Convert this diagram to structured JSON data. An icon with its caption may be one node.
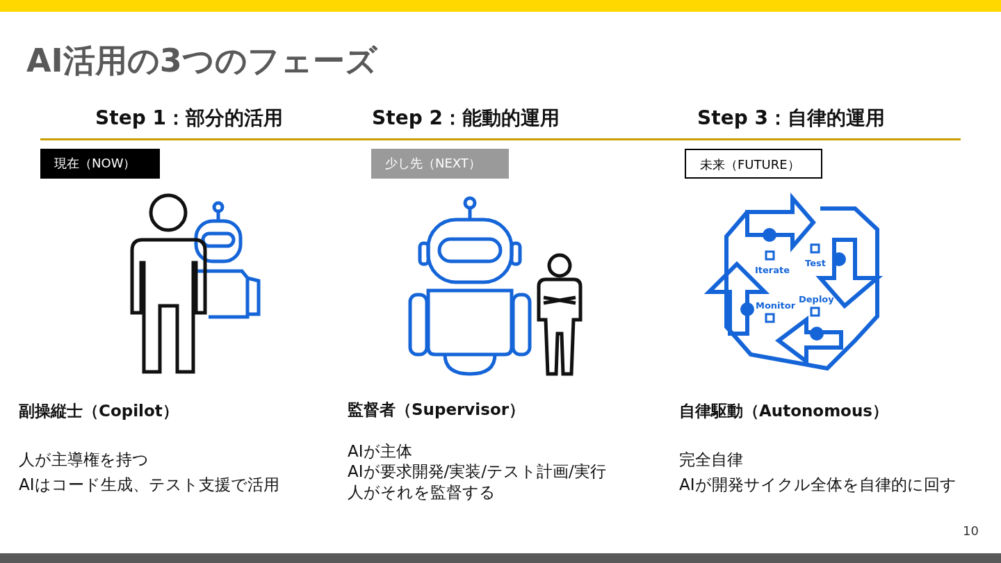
{
  "diagram": {
    "title": "AI活用の3つのフェーズ",
    "nodes": [
      {
        "text": [
          "現在（NOW）"
        ]
      },
      {
        "text": [
          "少し先（NEXT）"
        ]
      },
      {
        "text": [
          "未来（FUTURE）"
        ]
      }
    ],
    "labels": [
      "Step 1：部分的活用",
      "Step 2：能動的運用",
      "Step 3：自律的運用",
      "Iterate",
      "Test",
      "Monitor",
      "Deploy",
      "副操縦士（Copilot）",
      "人が主導権を持つ",
      "AIはコード生成、テスト支援で活用",
      "監督者（Supervisor）",
      "AIが主体",
      "AIが要求開発/実装/テスト計画/実行",
      "人がそれを監督する",
      "自律駆動（Autonomous）",
      "完全自律",
      "AIが開発サイクル全体を自律的に回す",
      "10"
    ]
  }
}
